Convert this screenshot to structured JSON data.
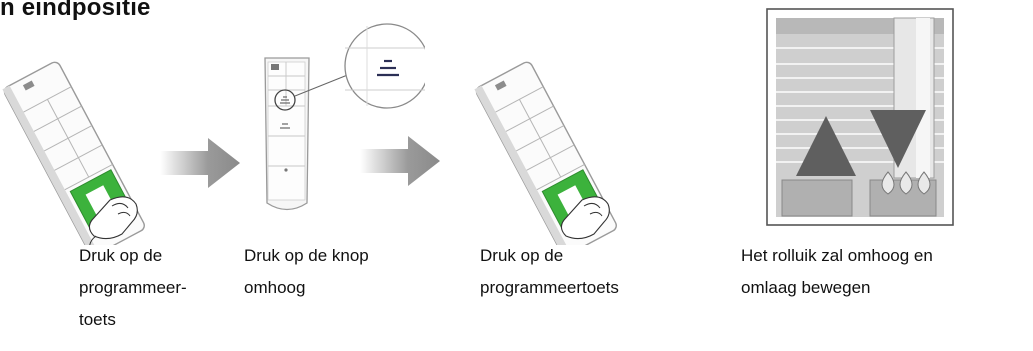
{
  "title": "n eindpositie",
  "steps": [
    {
      "caption_lines": [
        "Druk op de",
        "programmeer-",
        "toets"
      ]
    },
    {
      "caption_lines": [
        "Druk op de knop",
        "omhoog"
      ]
    },
    {
      "caption_lines": [
        "Druk op de",
        "programmeertoets"
      ]
    },
    {
      "caption_lines": [
        "Het rolluik zal omhoog en",
        "omlaag bewegen"
      ]
    }
  ]
}
